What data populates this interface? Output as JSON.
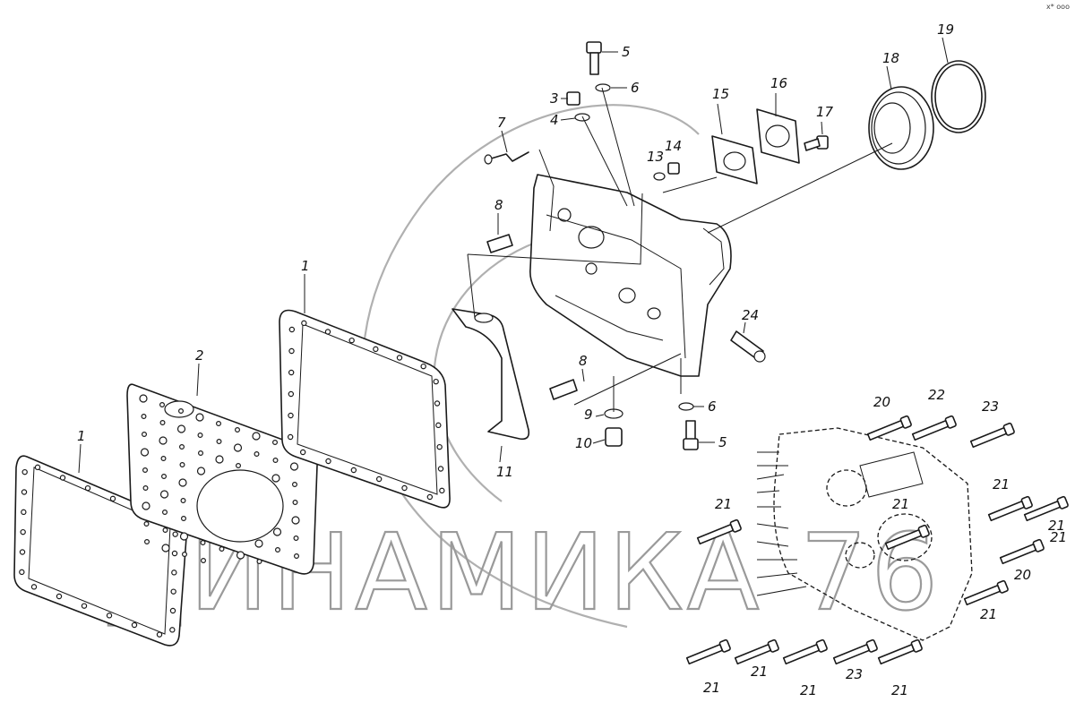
{
  "watermark": {
    "text": "ДИНАМИКА 76"
  },
  "corner_mark": "x* ooo",
  "callouts": {
    "c1a": "1",
    "c1b": "1",
    "c2": "2",
    "c3": "3",
    "c4": "4",
    "c5a": "5",
    "c5b": "5",
    "c6a": "6",
    "c6b": "6",
    "c7": "7",
    "c8a": "8",
    "c8b": "8",
    "c9": "9",
    "c10": "10",
    "c11": "11",
    "c13": "13",
    "c14": "14",
    "c15": "15",
    "c16": "16",
    "c17": "17",
    "c18": "18",
    "c19": "19",
    "c20a": "20",
    "c20b": "20",
    "c21a": "21",
    "c21b": "21",
    "c21c": "21",
    "c21d": "21",
    "c21e": "21",
    "c21f": "21",
    "c21g": "21",
    "c21h": "21",
    "c21i": "21",
    "c21j": "21",
    "c22": "22",
    "c23a": "23",
    "c23b": "23",
    "c24": "24"
  }
}
